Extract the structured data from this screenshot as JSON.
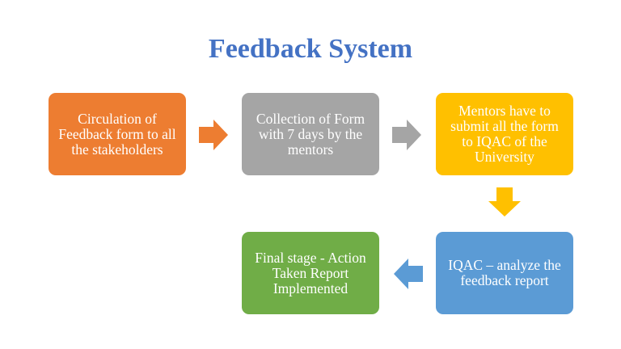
{
  "title": "Feedback System",
  "steps": [
    {
      "label": "Circulation of Feedback form to all the stakeholders",
      "color": "#ED7D31"
    },
    {
      "label": "Collection of Form with 7 days by the mentors",
      "color": "#A5A5A5"
    },
    {
      "label": "Mentors have to submit all the form to IQAC of the University",
      "color": "#FFC000"
    },
    {
      "label": "IQAC – analyze the feedback report",
      "color": "#5B9BD5"
    },
    {
      "label": "Final stage - Action Taken Report Implemented",
      "color": "#70AD47"
    }
  ],
  "arrows": [
    {
      "from": 1,
      "to": 2,
      "direction": "right",
      "color": "#ED7D31"
    },
    {
      "from": 2,
      "to": 3,
      "direction": "right",
      "color": "#A5A5A5"
    },
    {
      "from": 3,
      "to": 4,
      "direction": "down",
      "color": "#FFC000"
    },
    {
      "from": 4,
      "to": 5,
      "direction": "left",
      "color": "#5B9BD5"
    }
  ]
}
